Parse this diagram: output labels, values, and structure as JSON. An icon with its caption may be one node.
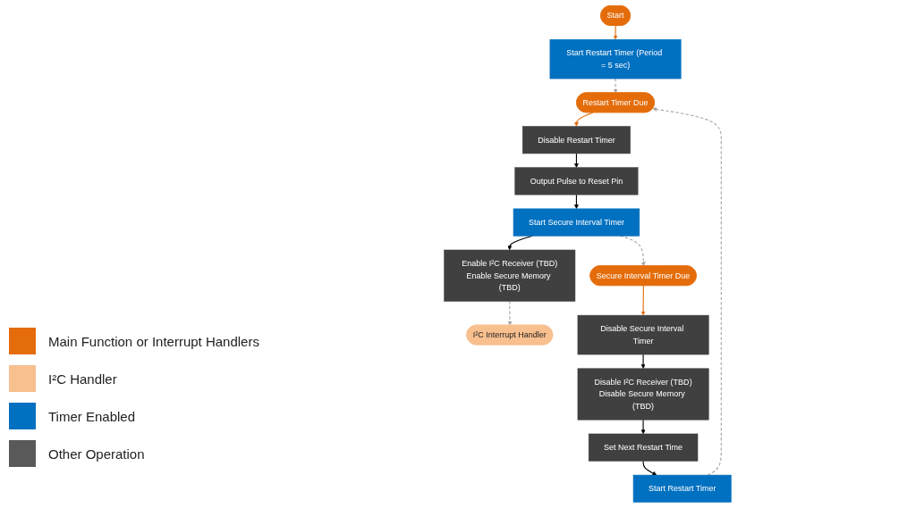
{
  "diagram": {
    "nodes": [
      {
        "text": [
          "Start"
        ]
      },
      {
        "text": [
          "Start Restart Timer (Period = 5 sec)"
        ]
      },
      {
        "text": [
          "Restart Timer Due"
        ]
      },
      {
        "text": [
          "Disable Restart Timer"
        ]
      },
      {
        "text": [
          "Output Pulse to Reset Pin"
        ]
      },
      {
        "text": [
          "Start Secure Interval Timer"
        ]
      },
      {
        "text": [
          "Enable I²C Receiver (TBD)",
          "Enable Secure Memory (TBD)"
        ]
      },
      {
        "text": [
          "I²C Interrupt Handler"
        ]
      },
      {
        "text": [
          "Secure Interval Timer Due"
        ]
      },
      {
        "text": [
          "Disable Secure Interval Timer"
        ]
      },
      {
        "text": [
          "Disable I²C Receiver (TBD)",
          "Disable Secure Memory (TBD)"
        ]
      },
      {
        "text": [
          "Set Next Restart Time"
        ]
      },
      {
        "text": [
          "Start Restart Timer"
        ]
      }
    ],
    "edges": [
      {
        "from": 0,
        "to": 1,
        "arrow": "to",
        "color": "#e46c0a"
      },
      {
        "from": 1,
        "to": 2,
        "arrow": "to",
        "style": "dashed",
        "color": "#a6a6a6"
      },
      {
        "from": 2,
        "to": 3,
        "arrow": "to",
        "color": "#e46c0a"
      },
      {
        "from": 3,
        "to": 4,
        "arrow": "to"
      },
      {
        "from": 4,
        "to": 5,
        "arrow": "to"
      },
      {
        "from": 5,
        "to": 6,
        "arrow": "to"
      },
      {
        "from": 6,
        "to": 7,
        "arrow": "to",
        "style": "dashed",
        "color": "#a6a6a6"
      },
      {
        "from": 5,
        "to": 8,
        "arrow": "to",
        "style": "dashed",
        "color": "#a6a6a6"
      },
      {
        "from": 8,
        "to": 9,
        "arrow": "to",
        "color": "#e46c0a"
      },
      {
        "from": 9,
        "to": 10,
        "arrow": "to"
      },
      {
        "from": 10,
        "to": 11,
        "arrow": "to"
      },
      {
        "from": 11,
        "to": 12,
        "arrow": "to"
      },
      {
        "from": 12,
        "to": 2,
        "arrow": "to",
        "style": "dashed",
        "color": "#a6a6a6"
      }
    ],
    "legend": [
      {
        "text": "Main Function or Interrupt Handlers",
        "color": "#e46c0a"
      },
      {
        "text": "I²C Handler",
        "color": "#f8bf8f"
      },
      {
        "text": "Timer Enabled",
        "color": "#0070c0"
      },
      {
        "text": "Other Operation",
        "color": "#595959"
      }
    ]
  }
}
